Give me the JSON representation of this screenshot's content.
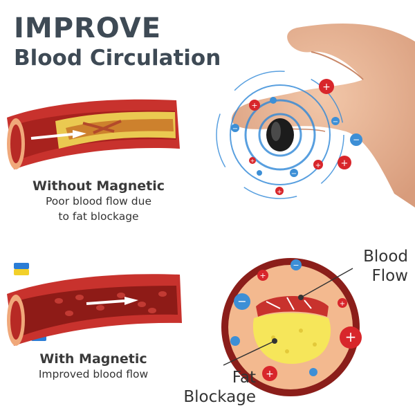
{
  "heading": {
    "line1": "IMPROVE",
    "line2": "Blood Circulation"
  },
  "without": {
    "title": "Without Magnetic",
    "desc_line1": "Poor blood flow due",
    "desc_line2": "to fat blockage"
  },
  "with": {
    "title": "With Magnetic",
    "desc_line1": "Improved blood flow"
  },
  "labels": {
    "blood_flow_1": "Blood",
    "blood_flow_2": "Flow",
    "fat_1": "Fat",
    "fat_2": "Blockage"
  },
  "icons": {
    "positive": "plus-ion-icon",
    "negative": "minus-ion-icon",
    "ring": "magnetic-ring-icon",
    "hand": "hand-icon"
  },
  "colors": {
    "title": "#3e4a55",
    "vessel": "#c8322d",
    "vessel_light": "#f0a87a",
    "fat": "#f6e65a",
    "ion_positive": "#d8262b",
    "ion_negative": "#3d8fd6",
    "field": "#2f88d8"
  }
}
